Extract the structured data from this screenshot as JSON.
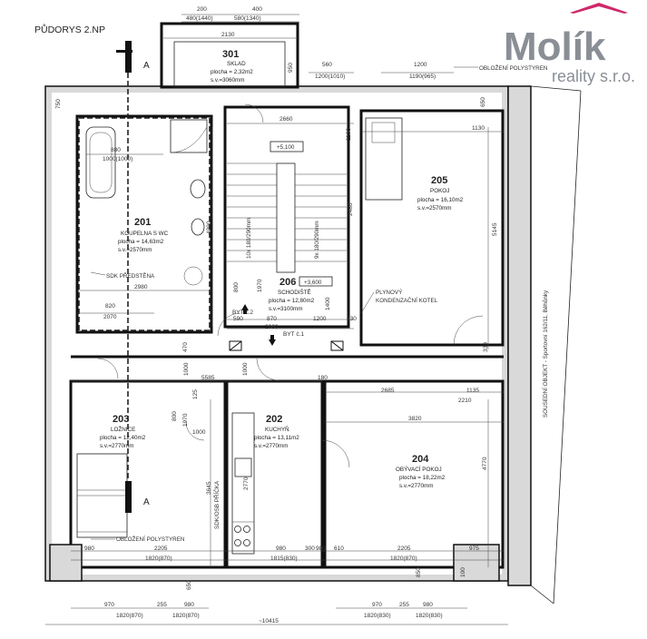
{
  "plan_title": "PŮDORYS 2.NP",
  "logo": {
    "brand": "Molík",
    "sub": "reality s.r.o.",
    "color": "#8a8f96",
    "roof_color": "#d0286a"
  },
  "rooms": [
    {
      "no": "301",
      "name": "SKLAD",
      "area": "plocha = 2,32m2",
      "height": "s.v.=3060mm"
    },
    {
      "no": "201",
      "name": "KOUPELNA S WC",
      "area": "plocha = 14,63m2",
      "height": "s.v.=2570mm"
    },
    {
      "no": "205",
      "name": "POKOJ",
      "area": "plocha = 16,10m2",
      "height": "s.v.=2570mm"
    },
    {
      "no": "206",
      "name": "SCHODIŠTĚ",
      "area": "plocha = 12,80m2",
      "height": "s.v.=3100mm"
    },
    {
      "no": "203",
      "name": "LOŽNICE",
      "area": "plocha = 12,40m2",
      "height": "s.v.=2770mm"
    },
    {
      "no": "202",
      "name": "KUCHYŇ",
      "area": "plocha = 13,11m2",
      "height": "s.v.=2770mm"
    },
    {
      "no": "204",
      "name": "OBÝVACÍ POKOJ",
      "area": "plocha = 18,22m2",
      "height": "s.v.=2770mm"
    }
  ],
  "notes": {
    "insulation_top": "OBLOŽENÍ POLYSTYREN",
    "insulation_bottom": "OBLOŽENÍ POLYSTYREN",
    "partition": "SDK PŘEDSTĚNA",
    "boiler_1": "PLYNOVÝ",
    "boiler_2": "KONDENZAČNÍ KOTEL",
    "sdk_board": "SDK/OSB PŘÍČKA",
    "neighbor": "SOUSEDNÍ OBJEKT - Sportovní 162/11, Běhůnky",
    "section_a_top": "A",
    "section_a_bottom": "A",
    "stair_up": "+5,100",
    "stair_mid": "+3,600",
    "stair_r1": "10x 180/290mm",
    "stair_r2": "9x 180/290mm"
  },
  "dims": {
    "d200": "200",
    "d400": "400",
    "d480": "480(1440)",
    "d580": "580(1340)",
    "d2130": "2130",
    "d950": "950",
    "d560": "560",
    "d1200a": "1200(1010)",
    "d1200b": "1200",
    "d1190": "1190(965)",
    "d750": "750",
    "d650": "650",
    "d2660": "2660",
    "d1130": "1130",
    "d880": "880",
    "d1000a": "1000(1000)",
    "d1190b": "1190",
    "d4090": "4090",
    "d2480": "2480",
    "d5145": "5145",
    "d800a": "800",
    "d1970a": "1970",
    "d2980": "2980",
    "d820": "820",
    "d2070": "2070",
    "d1400": "1400",
    "d590": "590",
    "d870a": "870",
    "d1200c": "1200",
    "d330a": "330",
    "d2060": "2060",
    "d470": "470",
    "d330b": "330",
    "byt2": "BYT č.2",
    "byt1": "BYT č.1",
    "d5585": "5585",
    "d1000b": "1000",
    "d1000c": "1000",
    "d125": "125",
    "d180": "180",
    "d2685": "2685",
    "d1135": "1135",
    "d2210": "2210",
    "d800b": "800",
    "d1970b": "1970",
    "d1000d": "1000",
    "d3820": "3820",
    "d4770": "4770",
    "d3645": "3645",
    "d2770": "2770",
    "d980a": "980",
    "d2205a": "2205",
    "d1820a": "1820(870)",
    "d980b": "980",
    "d300": "300",
    "d980c": "980",
    "d610": "610",
    "d2205b": "2205",
    "d975": "975",
    "d1815": "1815(830)",
    "d1820b": "1820(870)",
    "d850": "850",
    "d650b": "650",
    "d100": "100",
    "d970a": "970",
    "d255a": "255",
    "d980d": "980",
    "d970b": "970",
    "d255b": "255",
    "d980e": "980",
    "d1820c": "1820(870)",
    "d1820d": "1820(870)",
    "d1820e": "1820(830)",
    "d1820f": "1820(830)",
    "dtotal": "~10415"
  }
}
